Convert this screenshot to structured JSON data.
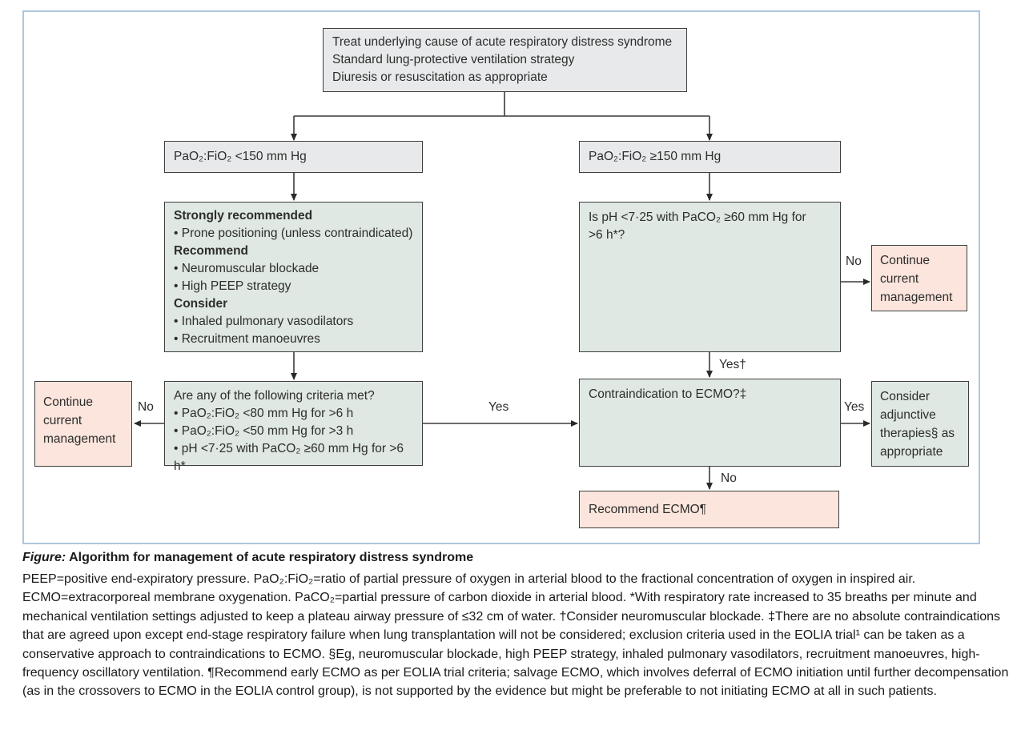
{
  "colors": {
    "gray_fill": "#e8e9ea",
    "green_fill": "#dfe8e2",
    "pink_fill": "#fbe5dc",
    "box_border": "#3f3f3f",
    "frame_border": "#aec6e0",
    "line_color": "#3a3a3a"
  },
  "figure": {
    "boxes": {
      "top": {
        "lines": [
          "Treat underlying cause of acute respiratory distress syndrome",
          "Standard lung-protective ventilation strategy",
          "Diuresis or resuscitation as appropriate"
        ]
      },
      "left_condition": "PaO₂:FiO₂  <150 mm Hg",
      "right_condition": "PaO₂:FiO₂ ≥150 mm Hg",
      "recommendations": {
        "lines": [
          "Strongly recommended",
          "• Prone positioning (unless contraindicated)",
          "Recommend",
          "• Neuromuscular blockade",
          "• High PEEP strategy",
          "Consider",
          "• Inhaled pulmonary vasodilators",
          "• Recruitment manoeuvres"
        ]
      },
      "ph_question": "Is pH <7·25 with PaCO₂ ≥60 mm Hg for >6 h*?",
      "criteria": {
        "question": "Are any of the following criteria met?",
        "items": [
          "• PaO₂:FiO₂ <80 mm Hg for >6 h",
          "• PaO₂:FiO₂ <50 mm Hg for >3 h",
          "• pH <7·25 with PaCO₂ ≥60 mm Hg for >6 h*"
        ]
      },
      "continue_left": "Continue current management",
      "continue_right": "Continue current management",
      "ecmo_contraindication": "Contraindication to ECMO?‡",
      "adjunctive": "Consider adjunctive therapies§ as appropriate",
      "recommend_ecmo": "Recommend ECMO¶"
    },
    "labels": {
      "no_right_top": "No",
      "yes_dagger": "Yes†",
      "no_left": "No",
      "yes_middle": "Yes",
      "yes_right": "Yes",
      "no_bottom": "No"
    }
  },
  "caption": {
    "figure_label": "Figure:",
    "title_text": " Algorithm for management of acute respiratory distress syndrome",
    "body": "PEEP=positive end-expiratory pressure. PaO₂:FiO₂=ratio of partial pressure of oxygen in arterial blood to the fractional concentration of oxygen in inspired air. ECMO=extracorporeal membrane oxygenation. PaCO₂=partial pressure of carbon dioxide in arterial blood. *With respiratory rate increased to 35 breaths per minute and mechanical ventilation settings adjusted to keep a plateau airway pressure of ≤32 cm of water. †Consider neuromuscular blockade. ‡There are no absolute contraindications that are agreed upon except end-stage respiratory failure when lung transplantation will not be considered; exclusion criteria used in the EOLIA trial¹ can be taken as a conservative approach to contraindications to ECMO. §Eg, neuromuscular blockade, high PEEP strategy, inhaled pulmonary vasodilators, recruitment manoeuvres, high-frequency oscillatory ventilation. ¶Recommend early ECMO as per EOLIA trial criteria; salvage ECMO, which involves deferral of ECMO initiation until further decompensation (as in the crossovers to ECMO in the EOLIA control group), is not supported by the evidence but might be preferable to not initiating ECMO at all in such patients."
  }
}
